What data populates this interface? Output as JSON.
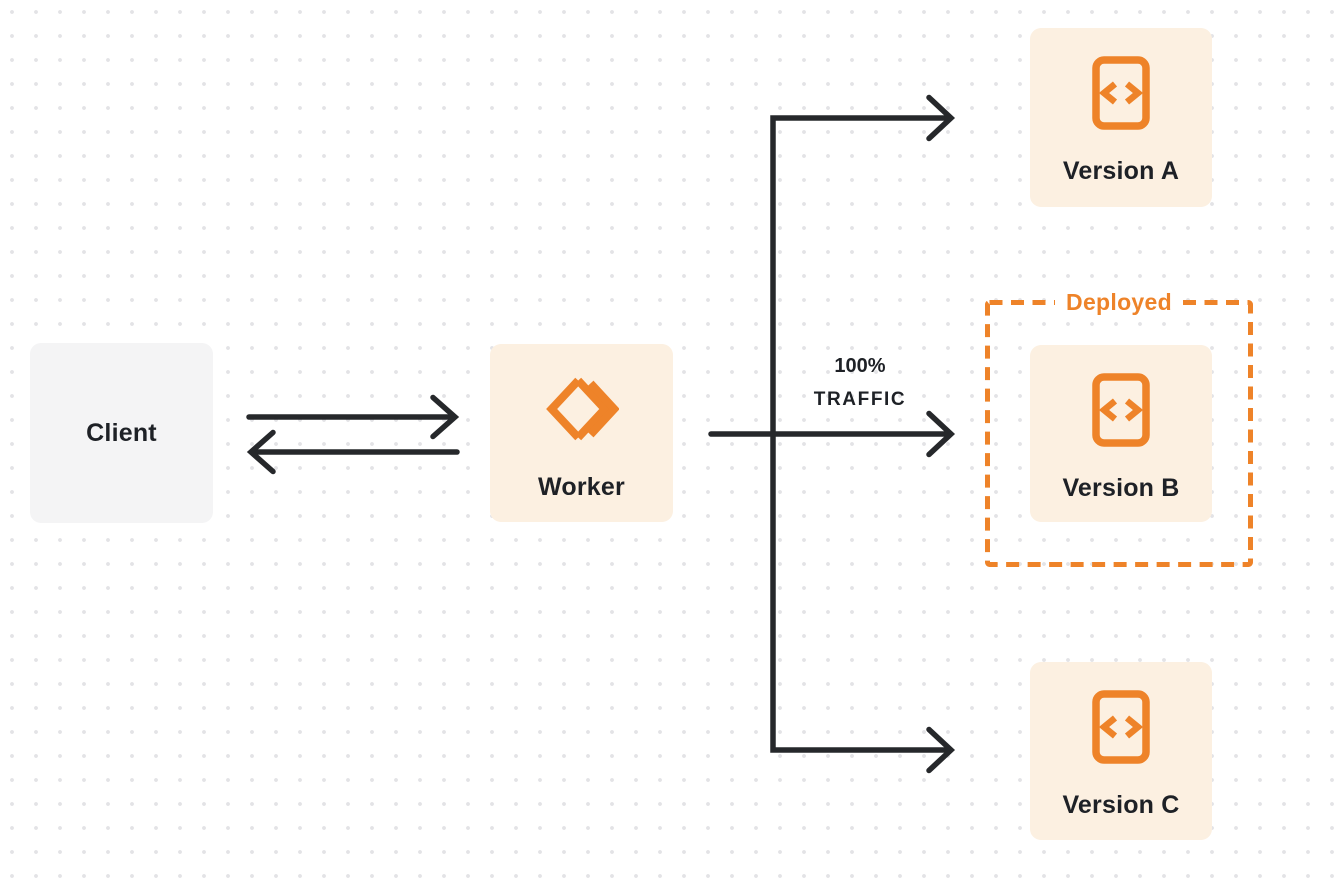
{
  "diagram": {
    "client": {
      "label": "Client"
    },
    "worker": {
      "label": "Worker",
      "icon": "cloudflare-workers-logo-icon"
    },
    "traffic": {
      "line1": "100%",
      "line2": "TRAFFIC"
    },
    "deployed_group": {
      "label": "Deployed",
      "contains": "Version B"
    },
    "versions": [
      {
        "label": "Version A",
        "icon": "code-file-icon",
        "deployed": false
      },
      {
        "label": "Version B",
        "icon": "code-file-icon",
        "deployed": true
      },
      {
        "label": "Version C",
        "icon": "code-file-icon",
        "deployed": false
      }
    ],
    "flows": [
      {
        "from": "Client",
        "to": "Worker",
        "bidirectional": true
      },
      {
        "from": "Worker",
        "to": "Version A"
      },
      {
        "from": "Worker",
        "to": "Version B",
        "label": "100% TRAFFIC"
      },
      {
        "from": "Worker",
        "to": "Version C"
      }
    ],
    "colors": {
      "accent_orange": "#ee8329",
      "panel_cream": "#fcf0e1",
      "panel_gray": "#f4f4f5",
      "line_dark": "#26282b",
      "text_dark": "#1e2126",
      "dot_grid": "#e3e3e6",
      "background": "#ffffff"
    }
  }
}
